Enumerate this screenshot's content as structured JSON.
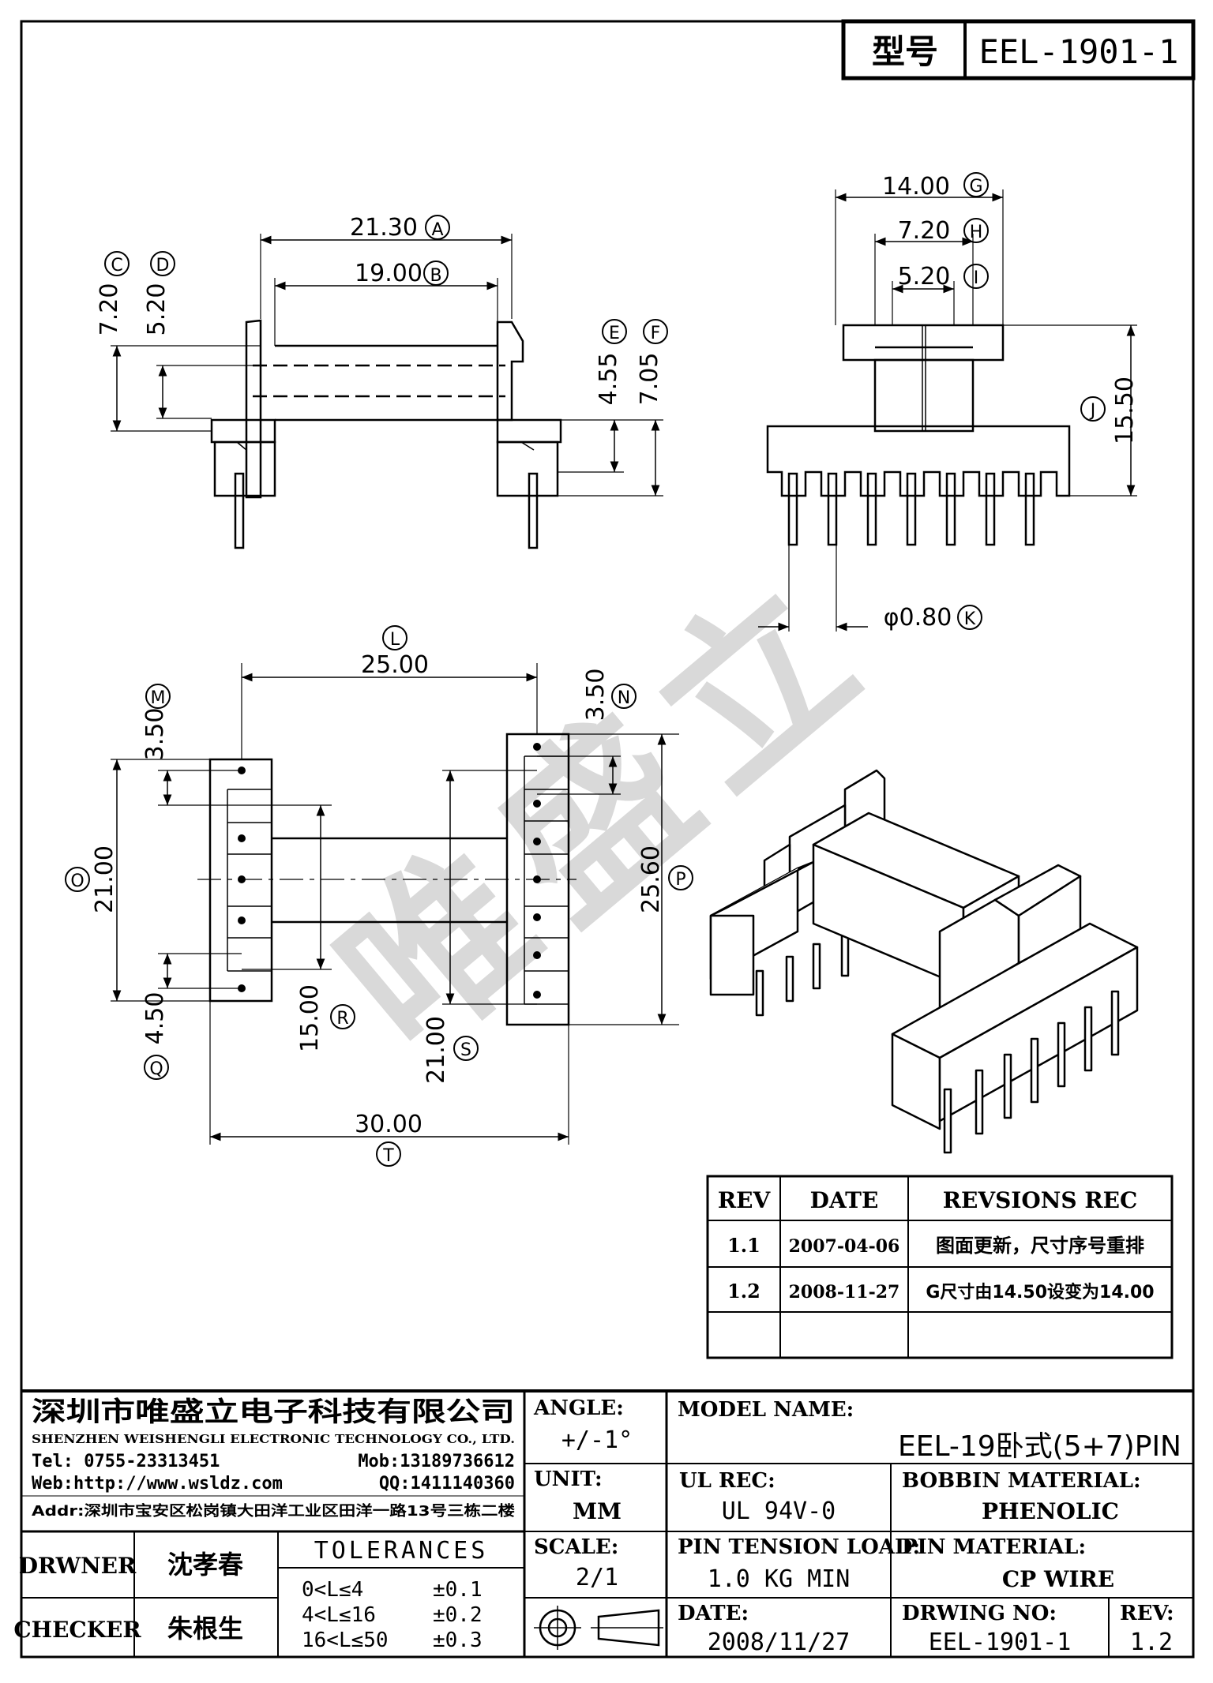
{
  "header": {
    "type_label": "型号",
    "model_number": "EEL-1901-1"
  },
  "watermark": "唯盛立",
  "dimensions": {
    "A": {
      "letter": "A",
      "value": "21.30"
    },
    "B": {
      "letter": "B",
      "value": "19.00"
    },
    "C": {
      "letter": "C",
      "value": "7.20"
    },
    "D": {
      "letter": "D",
      "value": "5.20"
    },
    "E": {
      "letter": "E",
      "value": "4.55"
    },
    "F": {
      "letter": "F",
      "value": "7.05"
    },
    "G": {
      "letter": "G",
      "value": "14.00"
    },
    "H": {
      "letter": "H",
      "value": "7.20"
    },
    "I": {
      "letter": "I",
      "value": "5.20"
    },
    "J": {
      "letter": "J",
      "value": "15.50"
    },
    "K": {
      "letter": "K",
      "value": "φ0.80"
    },
    "L": {
      "letter": "L",
      "value": "25.00"
    },
    "M": {
      "letter": "M",
      "value": "3.50"
    },
    "N": {
      "letter": "N",
      "value": "3.50"
    },
    "O": {
      "letter": "O",
      "value": "21.00"
    },
    "P": {
      "letter": "P",
      "value": "25.60"
    },
    "Q": {
      "letter": "Q",
      "value": "4.50"
    },
    "R": {
      "letter": "R",
      "value": "15.00"
    },
    "S": {
      "letter": "S",
      "value": "21.00"
    },
    "T": {
      "letter": "T",
      "value": "30.00"
    }
  },
  "revisions": {
    "headers": [
      "REV",
      "DATE",
      "REVSIONS REC"
    ],
    "rows": [
      {
        "rev": "1.1",
        "date": "2007-04-06",
        "rec": "图面更新，尺寸序号重排"
      },
      {
        "rev": "1.2",
        "date": "2008-11-27",
        "rec": "G尺寸由14.50设变为14.00"
      },
      {
        "rev": "",
        "date": "",
        "rec": ""
      }
    ]
  },
  "company": {
    "name_cn": "深圳市唯盛立电子科技有限公司",
    "name_en": "SHENZHEN WEISHENGLI ELECTRONIC TECHNOLOGY CO., LTD.",
    "tel": "Tel: 0755-23313451",
    "mob": "Mob:13189736612",
    "web": "Web:http://www.wsldz.com",
    "qq": "QQ:1411140360",
    "addr": "Addr:深圳市宝安区松岗镇大田洋工业区田洋一路13号三栋二楼"
  },
  "title_block": {
    "angle_label": "ANGLE:",
    "angle_value": "+/-1°",
    "unit_label": "UNIT:",
    "unit_value": "MM",
    "scale_label": "SCALE:",
    "scale_value": "2/1",
    "model_label": "MODEL NAME:",
    "model_value": "EEL-19卧式(5+7)PIN",
    "ul_label": "UL REC:",
    "ul_value": "UL 94V-0",
    "bobbin_label": "BOBBIN MATERIAL:",
    "bobbin_value": "PHENOLIC",
    "tension_label": "PIN TENSION LOAD:",
    "tension_value": "1.0 KG MIN",
    "pinmat_label": "PIN MATERIAL:",
    "pinmat_value": "CP WIRE",
    "date_label": "DATE:",
    "date_value": "2008/11/27",
    "dwgno_label": "DRWING NO:",
    "dwgno_value": "EEL-1901-1",
    "rev_label": "REV:",
    "rev_value": "1.2",
    "drawer_label": "DRWNER",
    "drawer_name": "沈孝春",
    "checker_label": "CHECKER",
    "checker_name": "朱根生",
    "tolerances_label": "TOLERANCES",
    "tolerances": [
      {
        "range": "0<L≤4",
        "value": "±0.1"
      },
      {
        "range": "4<L≤16",
        "value": "±0.2"
      },
      {
        "range": "16<L≤50",
        "value": "±0.3"
      }
    ]
  }
}
